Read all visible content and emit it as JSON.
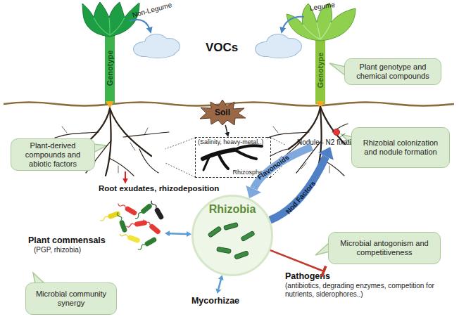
{
  "diagram": {
    "nodes": [
      {
        "text": [
          "Plant genotype and chemical compounds"
        ]
      },
      {
        "text": [
          "Soil"
        ]
      },
      {
        "text": [
          "Nodule - N2 fixation"
        ]
      },
      {
        "text": [
          "Rhizobial colonization and nodule formation"
        ]
      },
      {
        "text": [
          "Plant-derived compounds and abiotic factors"
        ]
      },
      {
        "text": [
          "Rhizosphere"
        ]
      },
      {
        "text": [
          "Rhizobia"
        ]
      },
      {
        "text": [
          "Plant commensals",
          "(PGP, rhizobia)"
        ]
      },
      {
        "text": [
          "Microbial antogonism and competitiveness"
        ]
      },
      {
        "text": [
          "Pathogens",
          "(antibiotics, degrading enzymes, competition for nutrients, siderophores..)"
        ]
      },
      {
        "text": [
          "Mycorhizae"
        ]
      },
      {
        "text": [
          "Microbial community synergy"
        ]
      }
    ],
    "edges": [
      {
        "from": 1,
        "to": 5,
        "arrow": "to"
      },
      {
        "from": 2,
        "to": 6,
        "label": "Flavonoids",
        "arrow": "to"
      },
      {
        "from": 6,
        "to": 2,
        "label": "Nod Factors",
        "arrow": "to"
      },
      {
        "from": 7,
        "to": 6,
        "arrow": "both"
      },
      {
        "from": 6,
        "to": 9,
        "arrow": "to"
      },
      {
        "from": 6,
        "to": 10,
        "arrow": "both"
      }
    ],
    "labels": [
      "Non-Legume",
      "Legume",
      "VOCs",
      "Genotype",
      "Genotype",
      "(Salinity, heavy-metal..)",
      "Root exudates, rhizodeposition"
    ]
  }
}
